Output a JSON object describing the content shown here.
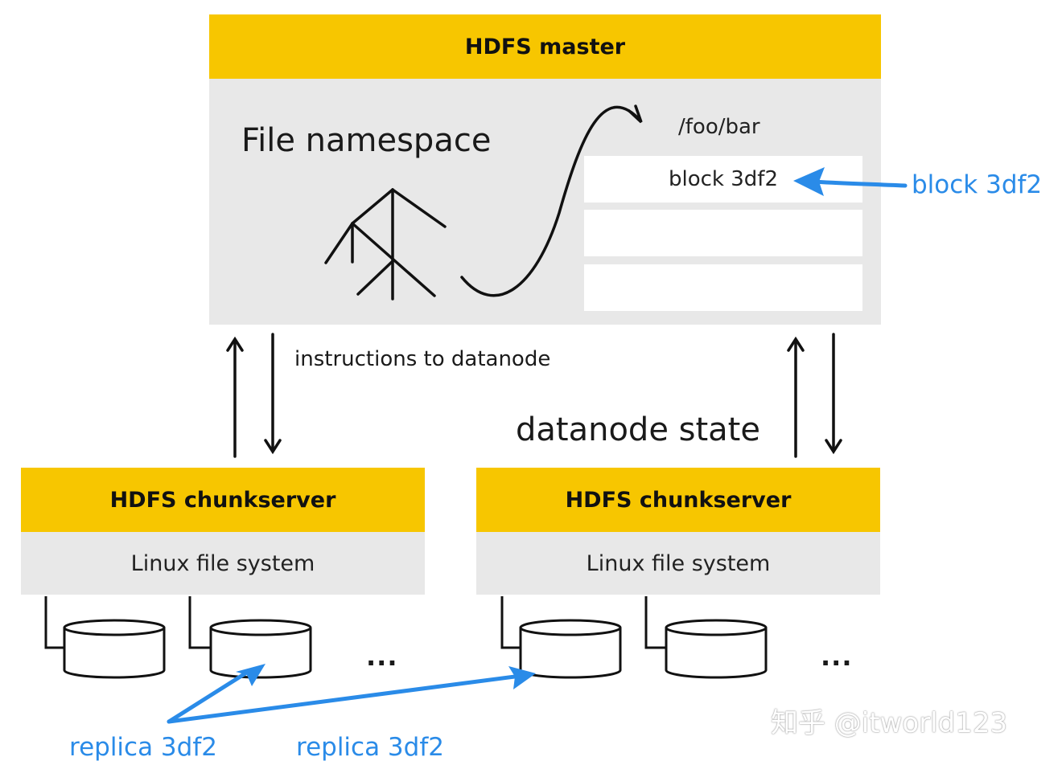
{
  "master": {
    "title": "HDFS master",
    "namespace_label": "File namespace",
    "path_label": "/foo/bar",
    "block_row_label": "block 3df2"
  },
  "external_block_label": "block 3df2",
  "links": {
    "instructions_label": "instructions to datanode",
    "state_label": "datanode state"
  },
  "chunkservers": [
    {
      "title": "HDFS chunkserver",
      "fs_label": "Linux file system",
      "ellipsis": "..."
    },
    {
      "title": "HDFS chunkserver",
      "fs_label": "Linux file system",
      "ellipsis": "..."
    }
  ],
  "replica_labels": [
    "replica 3df2",
    "replica 3df2"
  ],
  "watermark": "知乎 @itworld123",
  "colors": {
    "header": "#f7c600",
    "panel": "#e8e8e8",
    "accent_arrow": "#2a8be8"
  }
}
